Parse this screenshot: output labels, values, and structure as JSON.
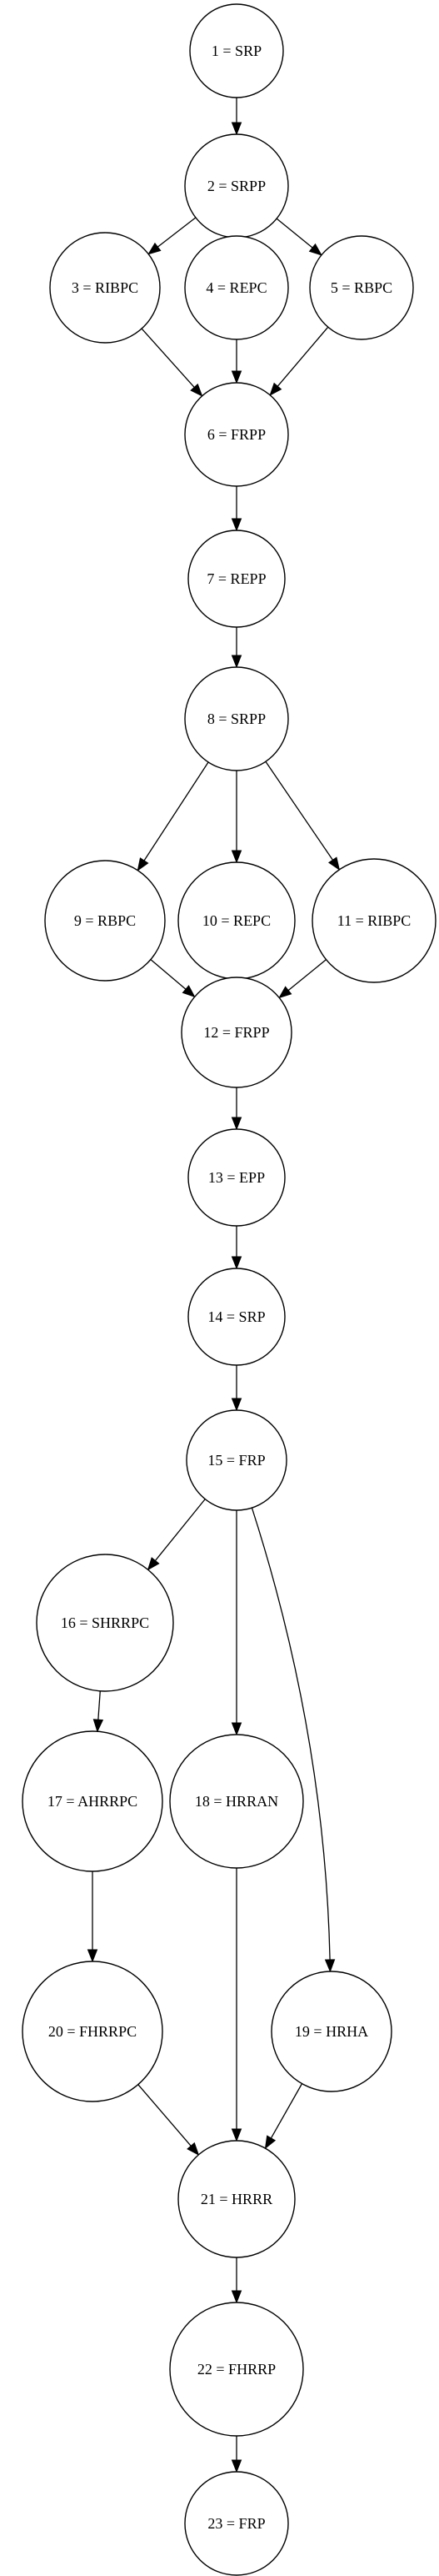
{
  "diagram": {
    "type": "directed-graph",
    "colors": {
      "background": "#ffffff",
      "node_stroke": "#000000",
      "edge": "#000000",
      "text": "#000000"
    },
    "nodes": [
      {
        "id": "1",
        "label": "1 = SRP"
      },
      {
        "id": "2",
        "label": "2 = SRPP"
      },
      {
        "id": "3",
        "label": "3 = RIBPC"
      },
      {
        "id": "4",
        "label": "4 = REPC"
      },
      {
        "id": "5",
        "label": "5 = RBPC"
      },
      {
        "id": "6",
        "label": "6 = FRPP"
      },
      {
        "id": "7",
        "label": "7 = REPP"
      },
      {
        "id": "8",
        "label": "8 = SRPP"
      },
      {
        "id": "9",
        "label": "9 = RBPC"
      },
      {
        "id": "10",
        "label": "10 = REPC"
      },
      {
        "id": "11",
        "label": "11 = RIBPC"
      },
      {
        "id": "12",
        "label": "12 = FRPP"
      },
      {
        "id": "13",
        "label": "13 = EPP"
      },
      {
        "id": "14",
        "label": "14 = SRP"
      },
      {
        "id": "15",
        "label": "15 = FRP"
      },
      {
        "id": "16",
        "label": "16 = SHRRPC"
      },
      {
        "id": "17",
        "label": "17 = AHRRPC"
      },
      {
        "id": "18",
        "label": "18 = HRRAN"
      },
      {
        "id": "19",
        "label": "19 = HRHA"
      },
      {
        "id": "20",
        "label": "20 = FHRRPC"
      },
      {
        "id": "21",
        "label": "21 = HRRR"
      },
      {
        "id": "22",
        "label": "22 = FHRRP"
      },
      {
        "id": "23",
        "label": "23 = FRP"
      }
    ],
    "edges": [
      {
        "from": "1",
        "to": "2"
      },
      {
        "from": "2",
        "to": "3"
      },
      {
        "from": "2",
        "to": "4"
      },
      {
        "from": "2",
        "to": "5"
      },
      {
        "from": "3",
        "to": "6"
      },
      {
        "from": "4",
        "to": "6"
      },
      {
        "from": "5",
        "to": "6"
      },
      {
        "from": "6",
        "to": "7"
      },
      {
        "from": "7",
        "to": "8"
      },
      {
        "from": "8",
        "to": "9"
      },
      {
        "from": "8",
        "to": "10"
      },
      {
        "from": "8",
        "to": "11"
      },
      {
        "from": "9",
        "to": "12"
      },
      {
        "from": "10",
        "to": "12"
      },
      {
        "from": "11",
        "to": "12"
      },
      {
        "from": "12",
        "to": "13"
      },
      {
        "from": "13",
        "to": "14"
      },
      {
        "from": "14",
        "to": "15"
      },
      {
        "from": "15",
        "to": "16"
      },
      {
        "from": "15",
        "to": "18"
      },
      {
        "from": "15",
        "to": "19"
      },
      {
        "from": "16",
        "to": "17"
      },
      {
        "from": "17",
        "to": "20"
      },
      {
        "from": "18",
        "to": "21"
      },
      {
        "from": "19",
        "to": "21"
      },
      {
        "from": "20",
        "to": "21"
      },
      {
        "from": "21",
        "to": "22"
      },
      {
        "from": "22",
        "to": "23"
      }
    ]
  }
}
